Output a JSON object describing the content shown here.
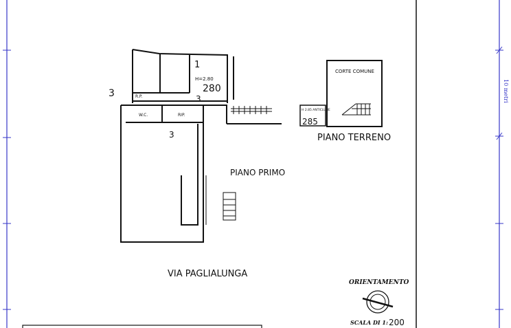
{
  "plan": {
    "first_floor_label": "PIANO PRIMO",
    "ground_floor_label": "PIANO TERRENO",
    "street_label": "VIA PAGLIALUNGA",
    "room_number": "1",
    "ceiling_height": "H=2.80",
    "floor_level_first": "280",
    "storage_label_1": "R.P.",
    "storage_label_2": "RIP.",
    "wc_label": "W.C.",
    "room_marks": [
      "3",
      "3",
      "3"
    ],
    "courtyard_label": "CORTE COMUNE",
    "ground_height_note": "H 2.85 ANTICLUNE",
    "floor_level_ground": "285"
  },
  "legend": {
    "orientation_label": "ORIENTAMENTO",
    "scale_prefix": "SCALA DI 1:",
    "scale_value": "200"
  },
  "ruler": {
    "label": "10 metri",
    "color": "#3535c8"
  }
}
